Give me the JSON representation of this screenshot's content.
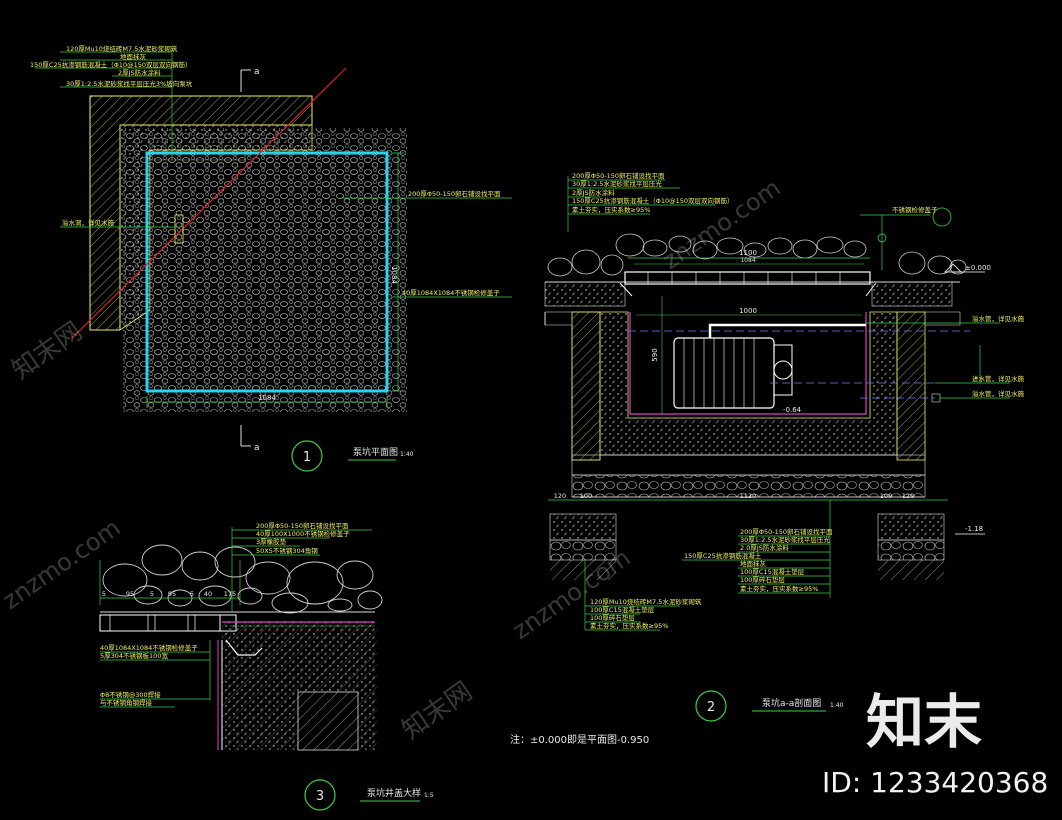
{
  "plan": {
    "title": "泵坑平面图",
    "scale": "1:40",
    "number": "1",
    "section_mark": "a",
    "dim_width": "1084",
    "dim_height": "1084",
    "labels": [
      "120厚Mu10烧结砖M7.5水泥砂浆砌筑",
      "地面抹灰",
      "150厚C25抗渗钢筋混凝土（Φ10@150双层双向钢筋）",
      "2厚JS防水涂料",
      "30厚1:2.5水泥砂浆找平层压光3%坡向泵坑",
      "200厚Φ50-150卵石铺设找平面",
      "40厚1084X1084不锈钢检修盖子",
      "溢水洞，详见水施"
    ]
  },
  "section": {
    "title": "泵坑a-a剖面图",
    "scale": "1:40",
    "number": "2",
    "level_top": "±0.000",
    "level_bottom": "-1.18",
    "level_inner": "-0.64",
    "dim_top_1": "1100",
    "dim_top_2": "1084",
    "dim_inner": "1000",
    "dim_height": "590",
    "dim_bottom": [
      "120",
      "100",
      "1120",
      "100",
      "120"
    ],
    "top_labels": [
      "200厚Φ50-150卵石铺设找平面",
      "30厚1:2.5水泥砂浆找平层压光",
      "2厚JS防水涂料",
      "150厚C25抗渗钢筋混凝土（Φ10@150双层双向钢筋）",
      "素土夯实，压实系数≥95%"
    ],
    "right_labels": [
      "不锈钢检修盖子",
      "溢水管，详见水施",
      "进水管，详见水施",
      "溢水管，详见水施"
    ],
    "bottom_labels": [
      "200厚Φ50-150卵石铺设找平面",
      "30厚1:2.5水泥砂浆找平层压光",
      "2.0厚JS防水涂料",
      "150厚C25抗渗钢筋混凝土",
      "地面抹灰",
      "100厚C15混凝土垫层",
      "100厚碎石垫层",
      "素土夯实，压实系数≥95%"
    ],
    "base_labels": [
      "120厚Mu10烧结砖M7.5水泥砂浆砌筑",
      "100厚C15混凝土垫层",
      "100厚碎石垫层",
      "素土夯实，压实系数≥95%"
    ]
  },
  "detail": {
    "title": "泵坑井盖大样",
    "scale": "1:5",
    "number": "3",
    "top_labels": [
      "200厚Φ50-150卵石铺设找平面",
      "40厚100X1000不锈钢检修盖子",
      "3厚橡胶垫",
      "50X5不锈钢304角钢"
    ],
    "dims": [
      "5",
      "95",
      "5",
      "95",
      "5",
      "40",
      "175"
    ],
    "left_labels": [
      "40厚1084X1084不锈钢检修盖子",
      "5厚304不锈钢板100宽",
      "Φ8不锈钢@300焊接",
      "与不锈钢角钢焊接"
    ]
  },
  "note": "注：±0.000即是平面图-0.950",
  "watermark": {
    "brand": "知末",
    "site": "znzmo.com",
    "site_cn": "知末网",
    "id": "ID: 1233420368"
  }
}
